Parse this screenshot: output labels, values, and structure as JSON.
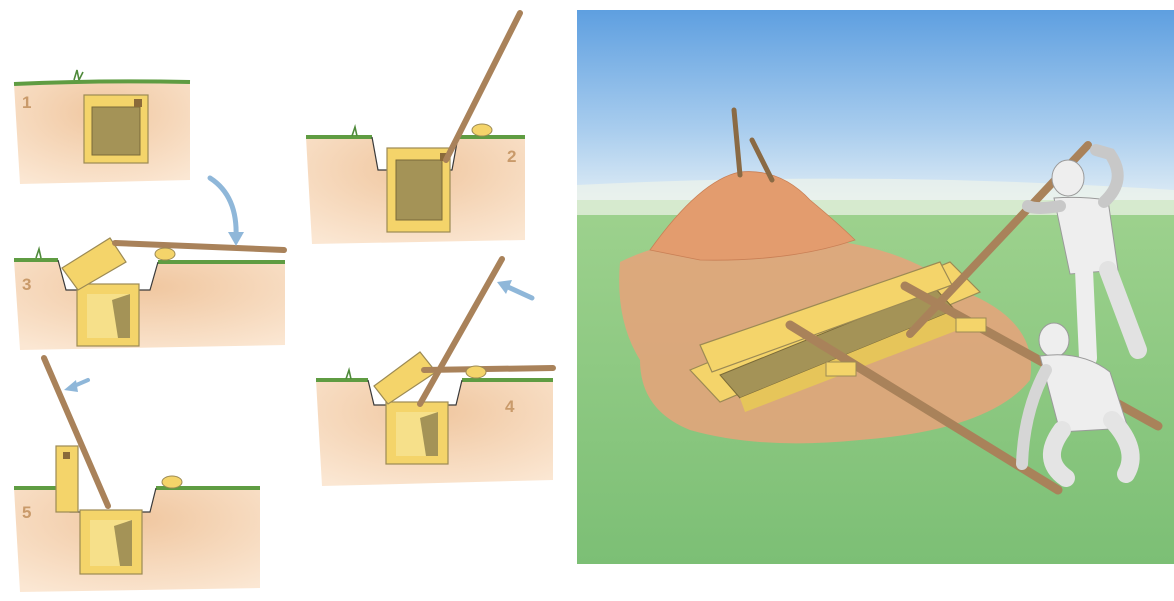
{
  "figure": {
    "steps": [
      {
        "number": "1"
      },
      {
        "number": "2"
      },
      {
        "number": "3"
      },
      {
        "number": "4"
      },
      {
        "number": "5"
      }
    ]
  },
  "colors": {
    "soil": "#f2c9a1",
    "soil_dark": "#e8a87c",
    "grass": "#7fb069",
    "lid_wood": "#f4d46a",
    "lid_edge": "#c9a23c",
    "pit_dark": "#a49357",
    "pole": "#a9825a",
    "arrow": "#8fb7d9",
    "sky": "#79aee6",
    "field": "#8cc784",
    "dirt_mound": "#e39c6e",
    "figure_white": "#eeeeee",
    "step_number": "#c99a6a"
  }
}
